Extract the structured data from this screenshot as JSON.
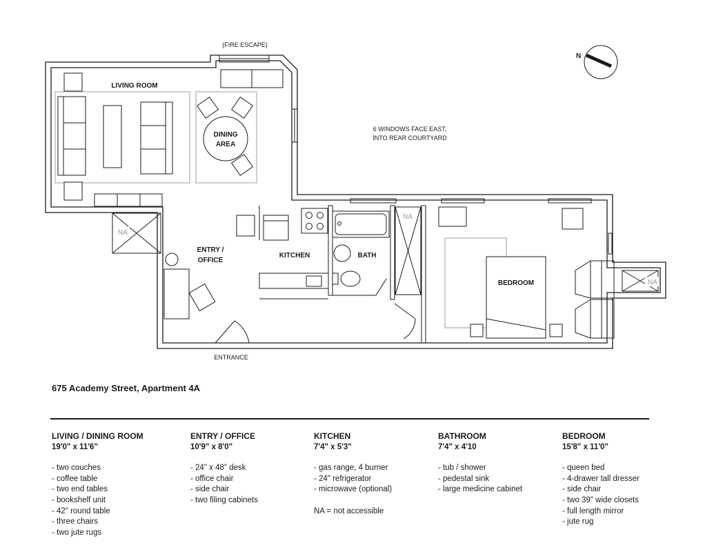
{
  "plan": {
    "labels": {
      "fire_escape": "(FIRE ESCAPE)",
      "living_room": "LIVING ROOM",
      "dining_line1": "DINING",
      "dining_line2": "AREA",
      "windows_line1": "6 WINDOWS FACE EAST,",
      "windows_line2": "INTO REAR COURTYARD",
      "entry_line1": "ENTRY /",
      "entry_line2": "OFFICE",
      "kitchen": "KITCHEN",
      "bath": "BATH",
      "bedroom": "BEDROOM",
      "entrance": "ENTRANCE",
      "compass": "N",
      "na": "NA"
    }
  },
  "address": "675 Academy Street, Apartment 4A",
  "rooms": [
    {
      "name": "LIVING / DINING ROOM",
      "size": "19'0\" x 11'6\"",
      "items": [
        "- two couches",
        "- coffee table",
        "- two end tables",
        "- bookshelf unit",
        "- 42\" round table",
        "- three chairs",
        "- two jute rugs"
      ]
    },
    {
      "name": "ENTRY / OFFICE",
      "size": "10'9\" x 8'0\"",
      "items": [
        "- 24\" x 48\" desk",
        "- office chair",
        "- side chair",
        "- two filing cabinets"
      ]
    },
    {
      "name": "KITCHEN",
      "size": "7'4\" x 5'3\"",
      "items": [
        "- gas range, 4 burner",
        "- 24\" refrigerator",
        "- microwave (optional)"
      ],
      "note": "NA = not accessible"
    },
    {
      "name": "BATHROOM",
      "size": "7'4\" x 4'10",
      "items": [
        "- tub / shower",
        "- pedestal sink",
        "- large medicine cabinet"
      ]
    },
    {
      "name": "BEDROOM",
      "size": "15'8\" x 11'0\"",
      "items": [
        "- queen bed",
        "- 4-drawer tall dresser",
        "- side chair",
        "- two 39\" wide closets",
        "- full length mirror",
        "- jute rug"
      ]
    }
  ]
}
